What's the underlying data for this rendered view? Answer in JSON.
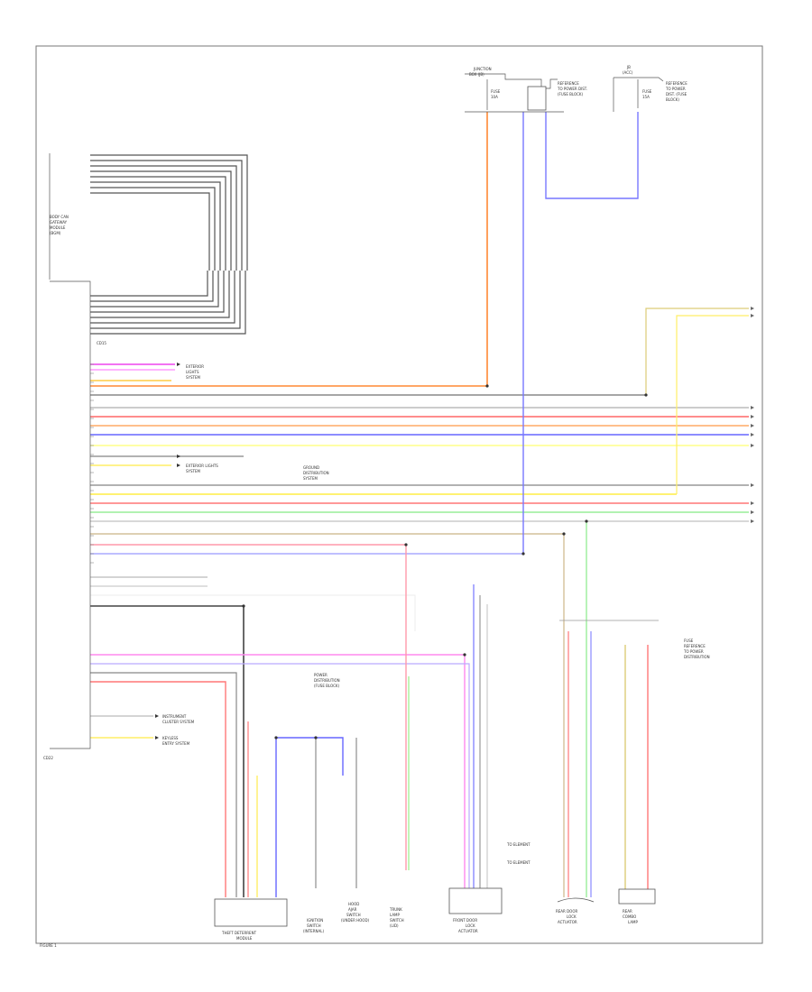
{
  "diagram": {
    "module": {
      "title_lines": [
        "BODY CAN",
        "GATEWAY",
        "MODULE",
        "(BGM)"
      ],
      "connector_top": "CD15",
      "connector_bottom": "CD22"
    },
    "fuse_box_left": {
      "title_lines": [
        "JUNCTION",
        "BOX (JB)"
      ],
      "fuse_lines": [
        "FUSE",
        "10A"
      ]
    },
    "fuse_note_left": [
      "REFERENCE",
      "TO POWER DIST.",
      "(FUSE BLOCK)"
    ],
    "fuse_box_right": {
      "title_lines": [
        "JB",
        "(ACC)"
      ],
      "fuse_lines": [
        "FUSE",
        "15A"
      ]
    },
    "fuse_note_right": [
      "REFERENCE",
      "TO POWER",
      "DIST. (FUSE",
      "BLOCK)"
    ],
    "notes": {
      "exterior_lights": [
        "EXTERIOR",
        "LIGHTS",
        "SYSTEM"
      ],
      "exterior_lights_2": [
        "EXTERIOR LIGHTS",
        "SYSTEM"
      ],
      "ground_dist": [
        "GROUND",
        "DISTRIBUTION",
        "SYSTEM"
      ],
      "power_dist": [
        "POWER",
        "DISTRIBUTION",
        "(FUSE BLOCK)"
      ],
      "instrument_cluster": [
        "INSTRUMENT",
        "CLUSTER SYSTEM"
      ],
      "keyless": [
        "KEYLESS",
        "ENTRY SYSTEM"
      ],
      "fuse_note": [
        "FUSE",
        "REFERENCE",
        "TO POWER",
        "DISTRIBUTION"
      ],
      "to_element_1": "TO ELEMENT",
      "to_element_2": "TO ELEMENT"
    },
    "components": {
      "theft_module": [
        "THEFT DETERRENT",
        "MODULE"
      ],
      "ignition": [
        "IGNITION",
        "SWITCH",
        "(INTERNAL)"
      ],
      "hood_switch": [
        "HOOD",
        "AJAR",
        "SWITCH",
        "(UNDER HOOD)"
      ],
      "trunk_lamp": [
        "TRUNK",
        "LAMP",
        "SWITCH",
        "(LID)"
      ],
      "front_door": [
        "FRONT DOOR",
        "LOCK",
        "ACTUATOR"
      ],
      "rear_door": [
        "REAR DOOR",
        "LOCK",
        "ACTUATOR"
      ],
      "rear_lamp": [
        "REAR",
        "COMBO",
        "LAMP"
      ]
    },
    "footer": "FIGURE 1"
  }
}
